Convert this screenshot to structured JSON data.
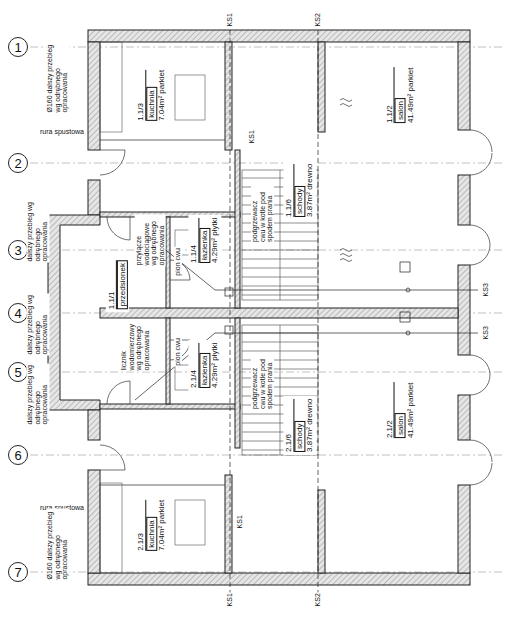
{
  "diagram": {
    "nodes": [
      {
        "text": [
          "1"
        ]
      },
      {
        "text": [
          "2"
        ]
      },
      {
        "text": [
          "3"
        ]
      },
      {
        "text": [
          "4"
        ]
      },
      {
        "text": [
          "5"
        ]
      },
      {
        "text": [
          "6"
        ]
      },
      {
        "text": [
          "7"
        ]
      },
      {
        "text": [
          "1.1/3",
          "kuchnia",
          "7.04m² parkiet"
        ]
      },
      {
        "text": [
          "1.1/2",
          "salon",
          "41.49m² parkiet"
        ]
      },
      {
        "text": [
          "1.1/6",
          "schody",
          "3.87m² drewno"
        ]
      },
      {
        "text": [
          "1.1/4",
          "łazienka",
          "4.29m² płytki"
        ]
      },
      {
        "text": [
          "1.1/1",
          "przedsionek"
        ]
      },
      {
        "text": [
          "2.1/4",
          "łazienka",
          "4.29m² płytki"
        ]
      },
      {
        "text": [
          "2.1/6",
          "schody",
          "3.87m² drewno"
        ]
      },
      {
        "text": [
          "2.1/2",
          "salon",
          "41.49m² parkiet"
        ]
      },
      {
        "text": [
          "2.1/3",
          "kuchnia",
          "7.04m² parkiet"
        ]
      }
    ],
    "labels": [
      "Ø160 dalszy przebieg wg odrębnego opracowania",
      "rura spustowa",
      "dalszy przebieg wg odrębnego opracowania",
      "przyłącze wodociągowe wg odrębnego opracowania",
      "dalszy przebieg wg odrębnego opracowania",
      "licznik wodomierzowy wg odrębnego opracowania",
      "dalszy przebieg wg odrębnego opracowania",
      "rura spustowa",
      "Ø160 dalszy przebieg wg odrębnego opracowania",
      "KS1",
      "KS2",
      "KS1",
      "KS1",
      "KS1",
      "KS2",
      "KS3",
      "KS3",
      "pion cwu",
      "pion cwu",
      "podgrzewacz cwu w kotle pod spodem prania",
      "podgrzewacz cwu w kotle pod spodem prania"
    ]
  }
}
